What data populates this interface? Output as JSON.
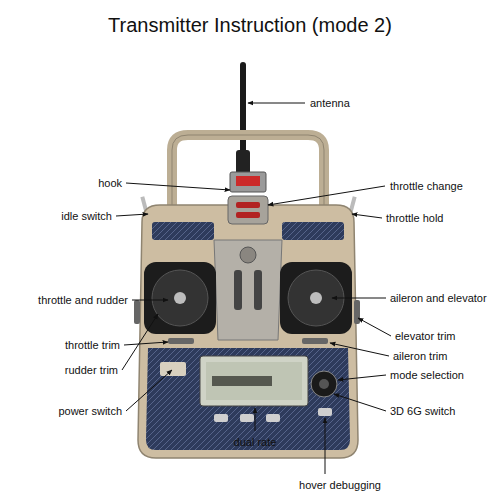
{
  "diagram": {
    "title": "Transmitter Instruction (mode 2)",
    "labels": [
      "antenna",
      "hook",
      "throttle change",
      "idle switch",
      "throttle hold",
      "throttle and rudder",
      "aileron and elevator",
      "elevator trim",
      "throttle trim",
      "aileron trim",
      "rudder trim",
      "mode selection",
      "power switch",
      "3D 6G switch",
      "dual rate",
      "hover debugging"
    ]
  }
}
